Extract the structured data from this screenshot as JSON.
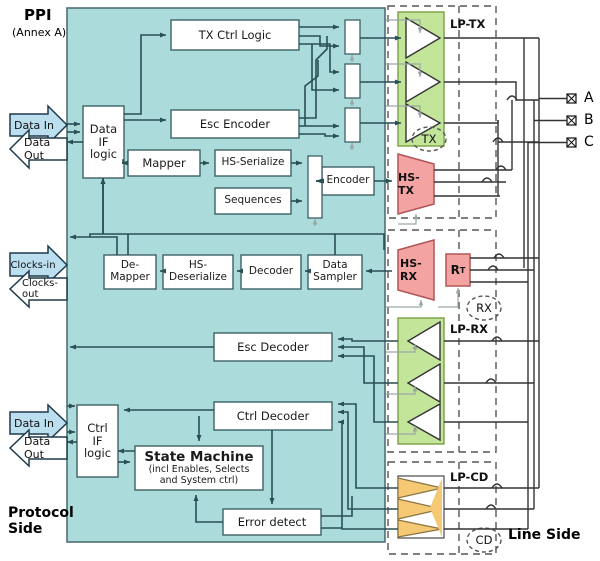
{
  "title": "MIPI D-PHY / PPI protocol-to-line-side block diagram",
  "colors": {
    "panel_fill": "#abdbdb",
    "panel_stroke": "#4f6f74",
    "block_fill": "#ffffff",
    "block_stroke": "#3d6166",
    "lp_fill": "#c2e59a",
    "lp_stroke": "#7ba043",
    "hs_fill": "#f4a3a3",
    "hs_stroke": "#b05656",
    "cd_fill": "#f5c974",
    "cd_stroke": "#8a7440",
    "io_fill": "#bcdff0",
    "io_stroke": "#1f3a4a",
    "wire": "#2a4f55",
    "line_wire": "#333333",
    "dash": "#555555"
  },
  "labels": {
    "ppi": "PPI",
    "annex": "(Annex A)",
    "protocol_side": "Protocol\nSide",
    "protocol_side_l1": "Protocol",
    "protocol_side_l2": "Side",
    "line_side": "Line Side"
  },
  "io_ports": [
    {
      "name": "data-in-top",
      "label": "Data In",
      "direction": "in"
    },
    {
      "name": "data-out-top",
      "label": "Data Out",
      "direction": "out"
    },
    {
      "name": "clocks-in",
      "label": "Clocks-in",
      "direction": "in"
    },
    {
      "name": "clocks-out",
      "label": "Clocks-out",
      "direction": "out"
    },
    {
      "name": "data-in-bot",
      "label": "Data In",
      "direction": "in"
    },
    {
      "name": "data-out-bot",
      "label": "Data Out",
      "direction": "out"
    }
  ],
  "blocks": [
    {
      "name": "data-if-logic",
      "label": "Data\nIF\nlogic",
      "lines": [
        "Data",
        "IF",
        "logic"
      ]
    },
    {
      "name": "tx-ctrl-logic",
      "label": "TX Ctrl Logic",
      "lines": [
        "TX Ctrl Logic"
      ]
    },
    {
      "name": "esc-encoder",
      "label": "Esc Encoder",
      "lines": [
        "Esc Encoder"
      ]
    },
    {
      "name": "mapper",
      "label": "Mapper",
      "lines": [
        "Mapper"
      ]
    },
    {
      "name": "hs-serialize",
      "label": "HS-Serialize",
      "lines": [
        "HS-Serialize"
      ]
    },
    {
      "name": "sequences",
      "label": "Sequences",
      "lines": [
        "Sequences"
      ]
    },
    {
      "name": "encoder",
      "label": "Encoder",
      "lines": [
        "Encoder"
      ]
    },
    {
      "name": "de-mapper",
      "label": "De-\nMapper",
      "lines": [
        "De-",
        "Mapper"
      ]
    },
    {
      "name": "hs-deserialize",
      "label": "HS-\nDeserialize",
      "lines": [
        "HS-",
        "Deserialize"
      ]
    },
    {
      "name": "decoder",
      "label": "Decoder",
      "lines": [
        "Decoder"
      ]
    },
    {
      "name": "data-sampler",
      "label": "Data\nSampler",
      "lines": [
        "Data",
        "Sampler"
      ]
    },
    {
      "name": "esc-decoder",
      "label": "Esc Decoder",
      "lines": [
        "Esc Decoder"
      ]
    },
    {
      "name": "ctrl-decoder",
      "label": "Ctrl Decoder",
      "lines": [
        "Ctrl Decoder"
      ]
    },
    {
      "name": "ctrl-if-logic",
      "label": "Ctrl\nIF\nlogic",
      "lines": [
        "Ctrl",
        "IF",
        "logic"
      ]
    },
    {
      "name": "error-detect",
      "label": "Error detect",
      "lines": [
        "Error detect"
      ]
    }
  ],
  "state_machine": {
    "title": "State Machine",
    "sub_line1": "(incl Enables, Selects",
    "sub_line2": "and System ctrl)"
  },
  "analog": {
    "lp_tx_label": "LP-TX",
    "hs_tx_label": "HS-TX",
    "hs_rx_label": "HS-RX",
    "rt_label": "R",
    "rt_sub": "T",
    "lp_rx_label": "LP-RX",
    "lp_cd_label": "LP-CD",
    "tx_bubble": "TX",
    "rx_bubble": "RX",
    "cd_bubble": "CD"
  },
  "pins": [
    {
      "name": "pin-a",
      "label": "A"
    },
    {
      "name": "pin-b",
      "label": "B"
    },
    {
      "name": "pin-c",
      "label": "C"
    }
  ],
  "mux_count": 3,
  "lp_tx_driver_count": 3,
  "lp_rx_receiver_count": 3,
  "lp_cd_detector_count": 3
}
